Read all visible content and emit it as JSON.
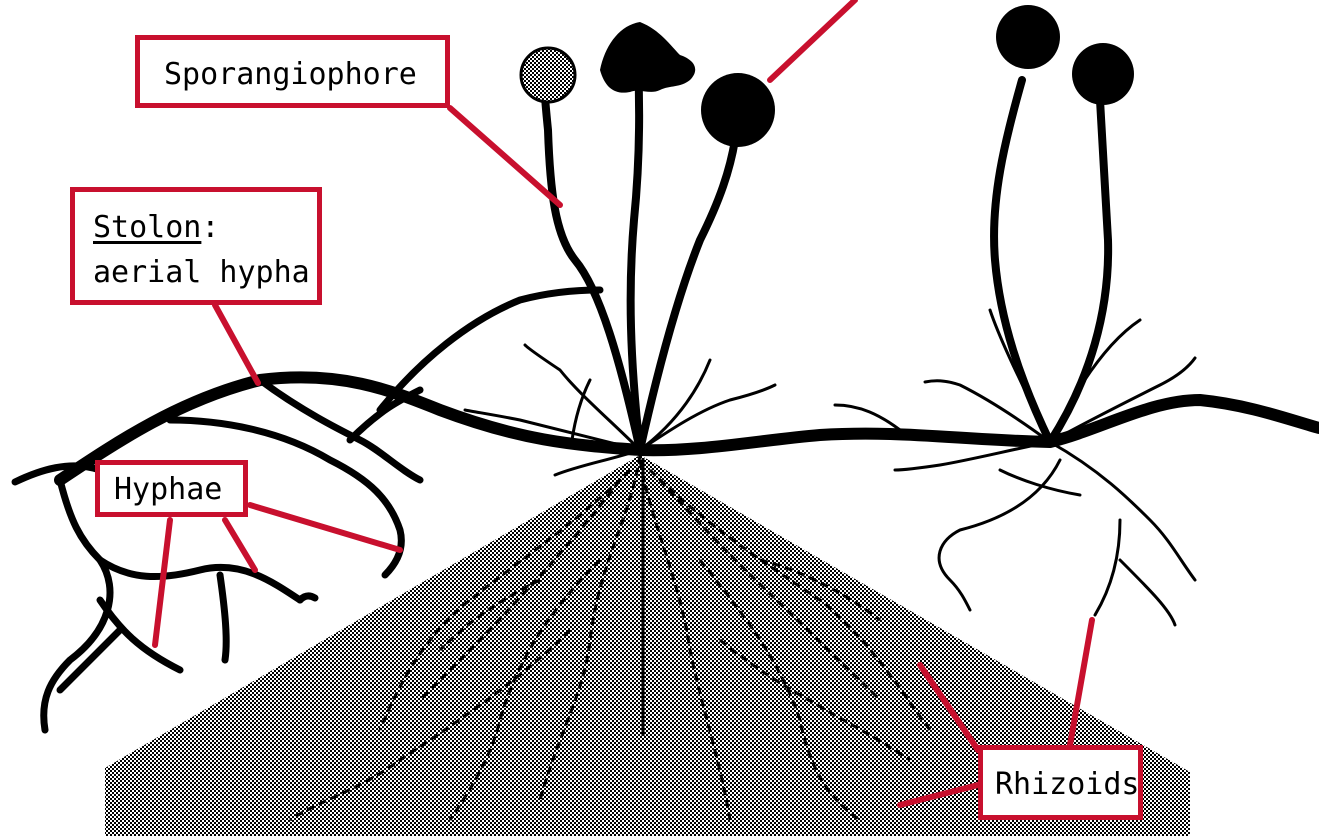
{
  "labels": {
    "sporangiophore": "Sporangiophore",
    "stolon_term": "Stolon",
    "stolon_colon": ":",
    "stolon_desc": "aerial hypha",
    "hyphae": "Hyphae",
    "rhizoids": "Rhizoids"
  },
  "colors": {
    "label_border": "#c8102e",
    "leader_line": "#c8102e",
    "structure": "#000000",
    "substrate": "#7a7a7a"
  }
}
